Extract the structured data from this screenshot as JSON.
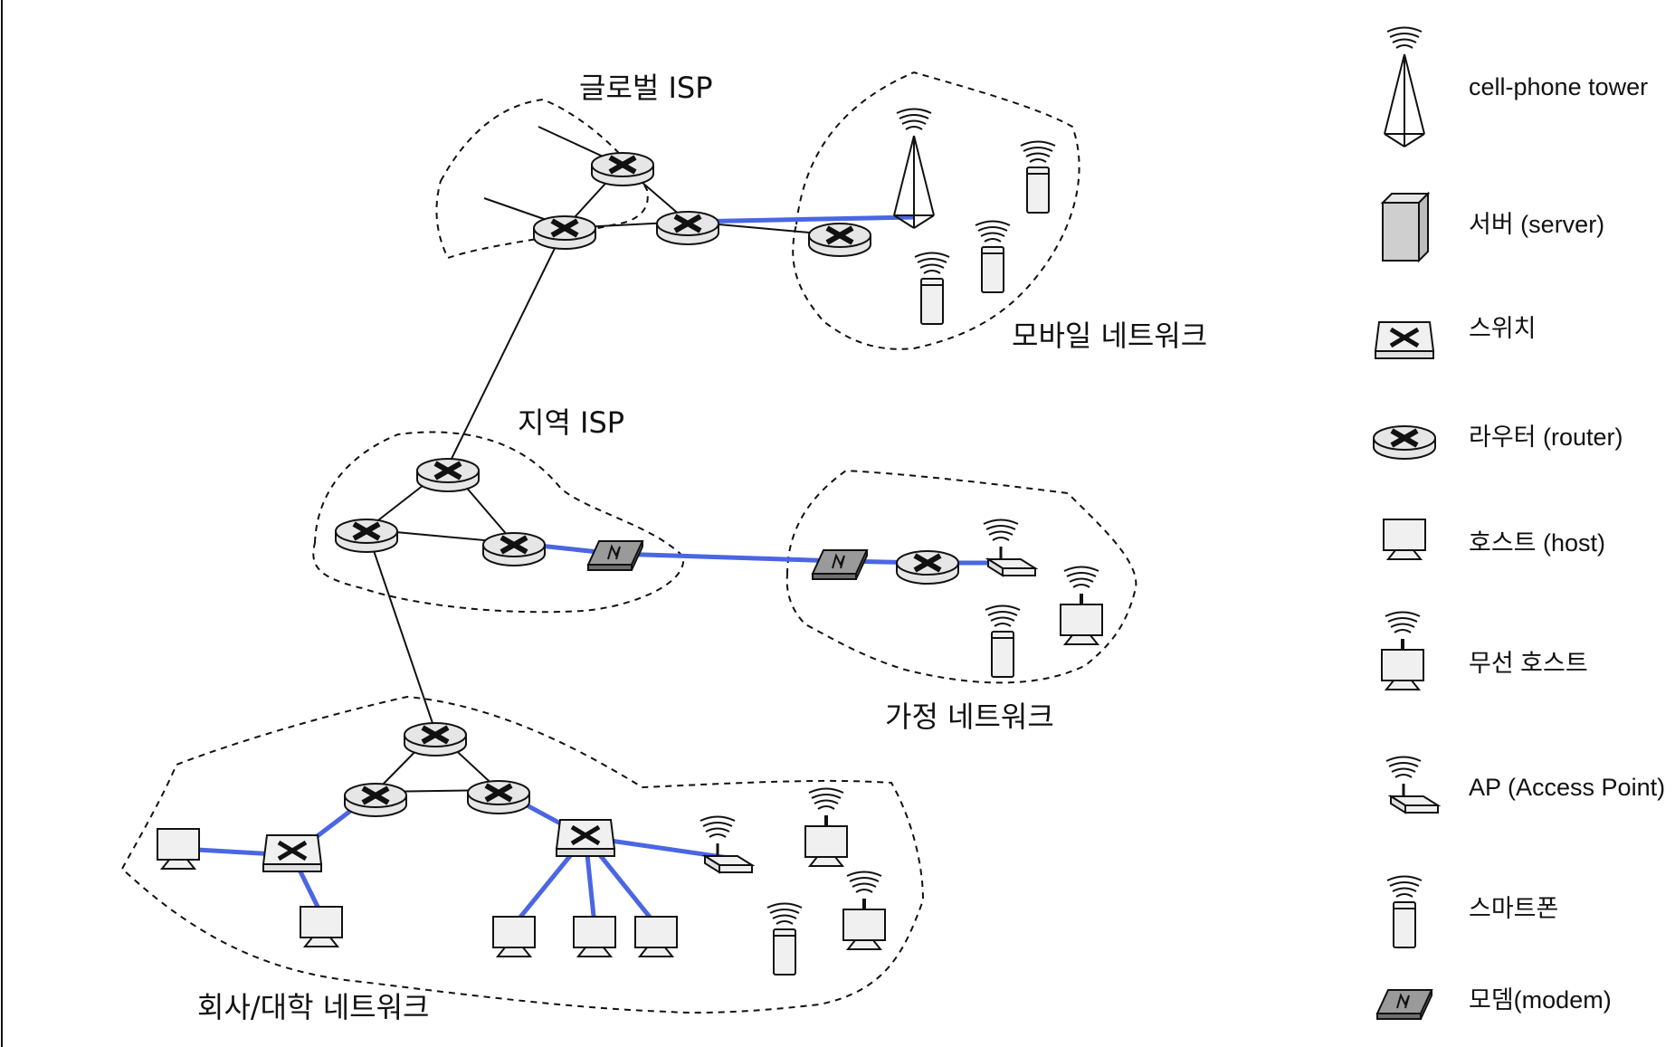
{
  "diagram": {
    "networks": {
      "global_isp": "글로벌 ISP",
      "mobile": "모바일 네트워크",
      "regional_isp": "지역 ISP",
      "home": "가정 네트워크",
      "enterprise": "회사/대학 네트워크"
    }
  },
  "legend": {
    "cell_tower": "cell-phone tower",
    "server": "서버 (server)",
    "switch": "스위치",
    "router": "라우터 (router)",
    "host": "호스트 (host)",
    "wireless_host": "무선 호스트",
    "access_point": "AP (Access Point)",
    "smartphone": "스마트폰",
    "modem": "모뎀(modem)"
  },
  "icons": {
    "router": "router-icon",
    "switch": "switch-icon",
    "modem": "modem-icon",
    "host": "host-icon",
    "wireless_host": "wireless-host-icon",
    "access_point": "access-point-icon",
    "smartphone": "smartphone-icon",
    "server": "server-icon",
    "cell_tower": "cell-tower-icon"
  },
  "colors": {
    "access_link": "#4a66e3",
    "core_link": "#111111",
    "device_fill": "#f0f0f0",
    "modem_fill": "#9a9a9a"
  }
}
